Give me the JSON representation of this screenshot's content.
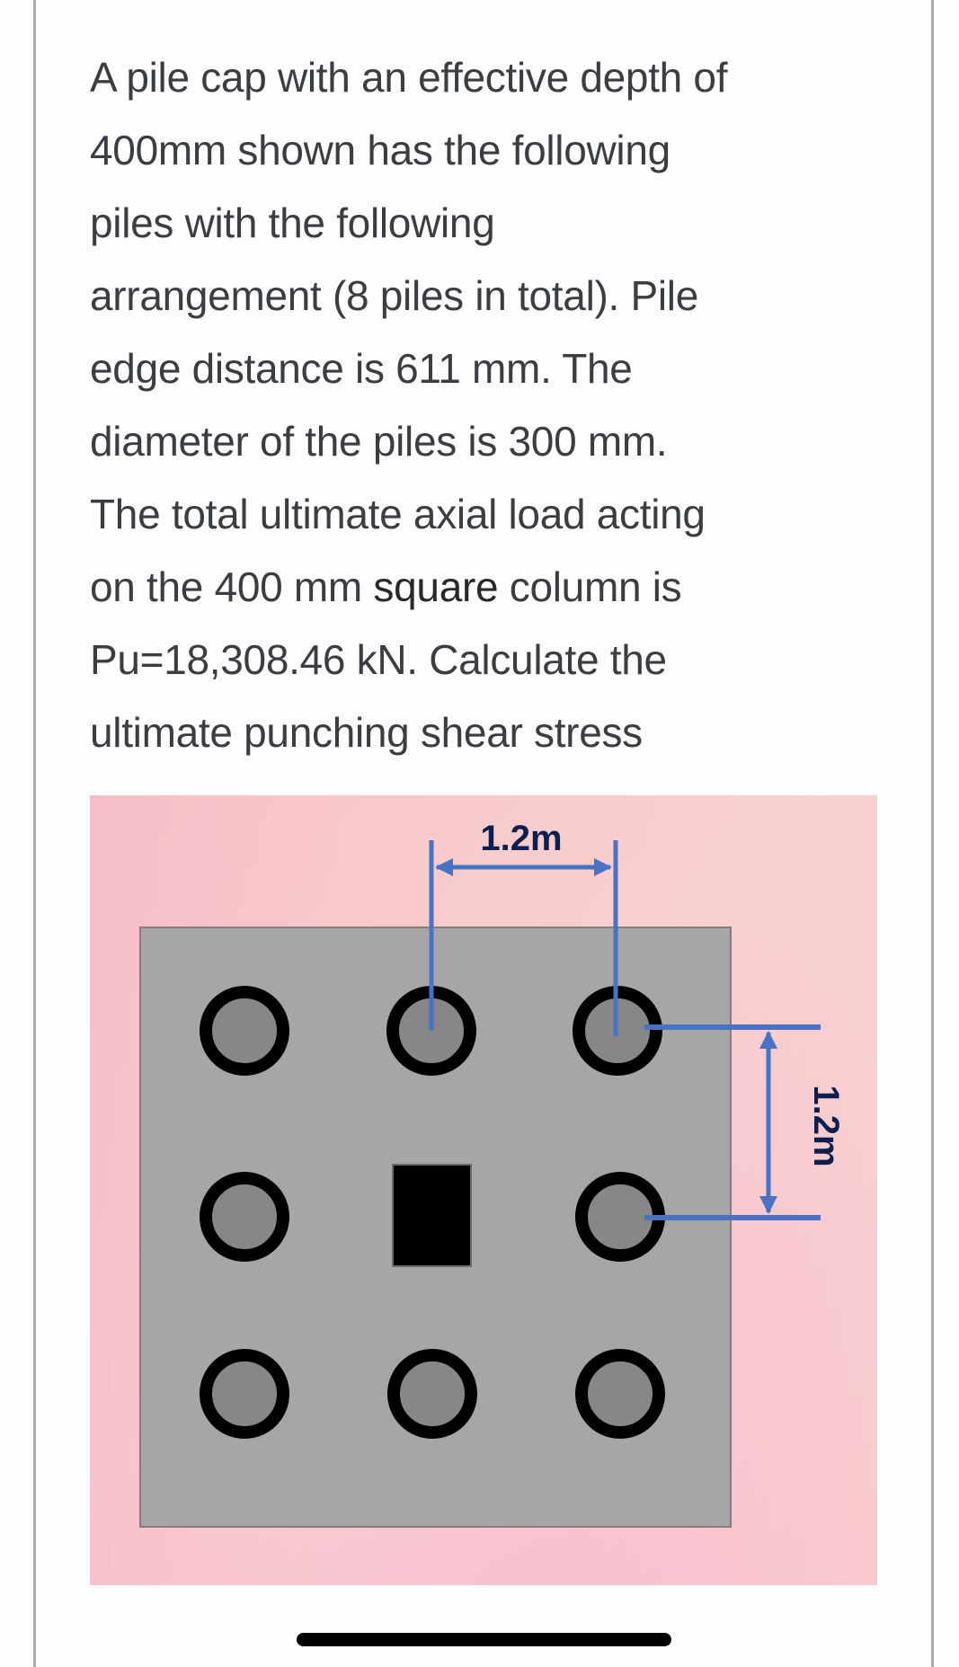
{
  "question": {
    "lines": [
      "A pile cap with an effective depth of",
      "400mm shown has the following",
      "piles with the following",
      "arrangement (8 piles in total). Pile",
      "edge distance is 611 mm. The",
      "diameter of the piles is 300 mm.",
      "The total ultimate axial load acting",
      [
        "on the 400 mm ",
        "square",
        " column is"
      ],
      "Pu=18,308.46 kN. Calculate the",
      "ultimate punching shear stress"
    ],
    "line8_before": "on the 400 mm ",
    "line8_emph": "square",
    "line8_after": " column is"
  },
  "figure": {
    "background_colors": [
      "#f7c4c6",
      "#f8d6cf",
      "#f6b8cc",
      "#f9c9d3"
    ],
    "cap_color": "#a6a6a6",
    "cap_border": "#8a7a7e",
    "pile_fill": "#878787",
    "pile_ring": "#000000",
    "column_color": "#000000",
    "dimension_color": "#4a72c4",
    "label_color": "#0e1f4e",
    "horizontal_dimension_label": "1.2m",
    "vertical_dimension_label": "1.2m",
    "piles": [
      {
        "row": 1,
        "col": 1
      },
      {
        "row": 1,
        "col": 2
      },
      {
        "row": 1,
        "col": 3
      },
      {
        "row": 2,
        "col": 1
      },
      {
        "row": 2,
        "col": 3
      },
      {
        "row": 3,
        "col": 1
      },
      {
        "row": 3,
        "col": 2
      },
      {
        "row": 3,
        "col": 3
      }
    ],
    "column": {
      "row": 2,
      "col": 2,
      "shape": "square"
    }
  }
}
